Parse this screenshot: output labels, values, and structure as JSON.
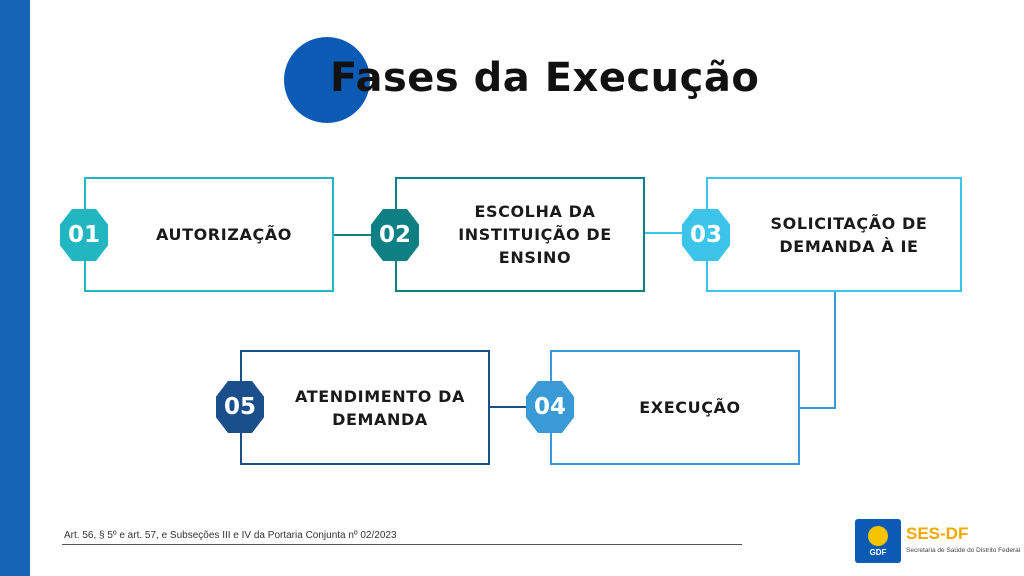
{
  "title": "Fases da Execução",
  "colors": {
    "sidebar": "#1565b7",
    "title_circle": "#0b5bb5",
    "phase_01": "#21b6c0",
    "phase_02": "#0e7f82",
    "phase_03": "#3cc4ea",
    "phase_04": "#3a9ad6",
    "phase_05": "#1b4f8c"
  },
  "phases": [
    {
      "number": "01",
      "label": "AUTORIZAÇÃO"
    },
    {
      "number": "02",
      "label": "ESCOLHA DA\nINSTITUIÇÃO DE\nENSINO"
    },
    {
      "number": "03",
      "label": "SOLICITAÇÃO DE\nDEMANDA À IE"
    },
    {
      "number": "04",
      "label": "EXECUÇÃO"
    },
    {
      "number": "05",
      "label": "ATENDIMENTO DA\nDEMANDA"
    }
  ],
  "footer": {
    "note": "Art. 56, § 5º e art. 57, e Subseções III e IV da Portaria Conjunta nº 02/2023"
  },
  "logo": {
    "emblem_text": "GDF",
    "name": "SES-DF",
    "subtitle": "Secretaria de Saúde do Distrito Federal"
  }
}
